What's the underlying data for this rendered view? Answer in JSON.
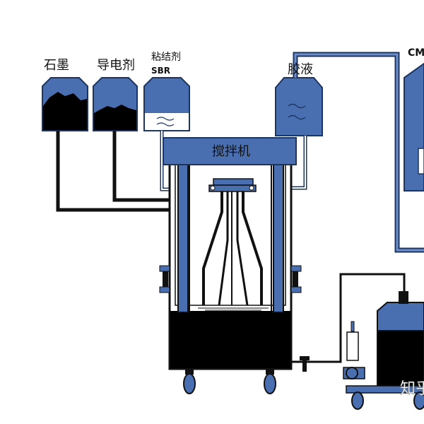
{
  "labels": {
    "graphite": "石墨",
    "conductive_agent": "导电剂",
    "binder": "粘结剂",
    "sbr": "SBR",
    "glue": "胶液",
    "cmc": "CM",
    "mixer": "搅拌机",
    "watermark": "知乎"
  },
  "colors": {
    "blue": "#4a6fb0",
    "navy": "#1e3560",
    "pipe_dark": "#111111",
    "pipe_blue": "#4a6fb0",
    "slurry": "#000000",
    "mixer_blue": "#4a6fb0"
  }
}
